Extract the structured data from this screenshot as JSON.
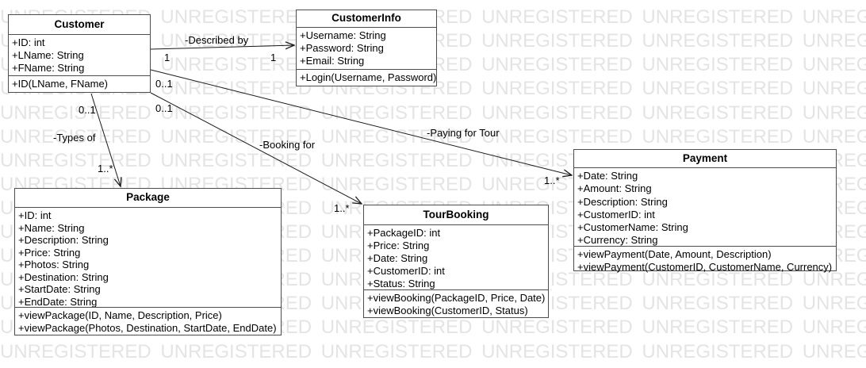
{
  "watermark": {
    "text": "UNREGISTERED",
    "color": "#e4e4e4"
  },
  "colors": {
    "background": "#ffffff",
    "box_border": "#4d4d4d",
    "edge": "#1a1a1a",
    "text": "#000000",
    "watermark": "#e4e4e4"
  },
  "classes": {
    "customer": {
      "title": "Customer",
      "attributes": [
        "+ID: int",
        "+LName: String",
        "+FName: String"
      ],
      "methods": [
        "+ID(LName, FName)"
      ]
    },
    "customer_info": {
      "title": "CustomerInfo",
      "attributes": [
        "+Username: String",
        "+Password: String",
        "+Email: String"
      ],
      "methods": [
        "+Login(Username, Password)"
      ]
    },
    "package": {
      "title": "Package",
      "attributes": [
        "+ID: int",
        "+Name: String",
        "+Description: String",
        "+Price: String",
        "+Photos: String",
        "+Destination: String",
        "+StartDate: String",
        "+EndDate: String"
      ],
      "methods": [
        "+viewPackage(ID, Name, Description, Price)",
        "+viewPackage(Photos, Destination, StartDate, EndDate)"
      ]
    },
    "tour_booking": {
      "title": "TourBooking",
      "attributes": [
        "+PackageID: int",
        "+Price: String",
        "+Date: String",
        "+CustomerID: int",
        "+Status: String"
      ],
      "methods": [
        "+viewBooking(PackageID, Price, Date)",
        "+viewBooking(CustomerID, Status)"
      ]
    },
    "payment": {
      "title": "Payment",
      "attributes": [
        "+Date: String",
        "+Amount: String",
        "+Description: String",
        "+CustomerID: int",
        "+CustomerName: String",
        "+Currency: String"
      ],
      "methods": [
        "+viewPayment(Date, Amount, Description)",
        "+viewPayment(CustomerID, CustomerName, Currency)"
      ]
    }
  },
  "associations": {
    "described_by": {
      "label": "-Described by",
      "source": "Customer",
      "target": "CustomerInfo",
      "source_multiplicity": "1",
      "target_multiplicity": "1"
    },
    "types_of": {
      "label": "-Types of",
      "source": "Customer",
      "target": "Package",
      "source_multiplicity": "0..1",
      "target_multiplicity": "1..*"
    },
    "booking_for": {
      "label": "-Booking for",
      "source": "Customer",
      "target": "TourBooking",
      "source_multiplicity": "0..1",
      "target_multiplicity": "1..*"
    },
    "paying_for_tour": {
      "label": "-Paying for Tour",
      "source": "Customer",
      "target": "Payment",
      "source_multiplicity": "0..1",
      "target_multiplicity": "1..*"
    }
  }
}
